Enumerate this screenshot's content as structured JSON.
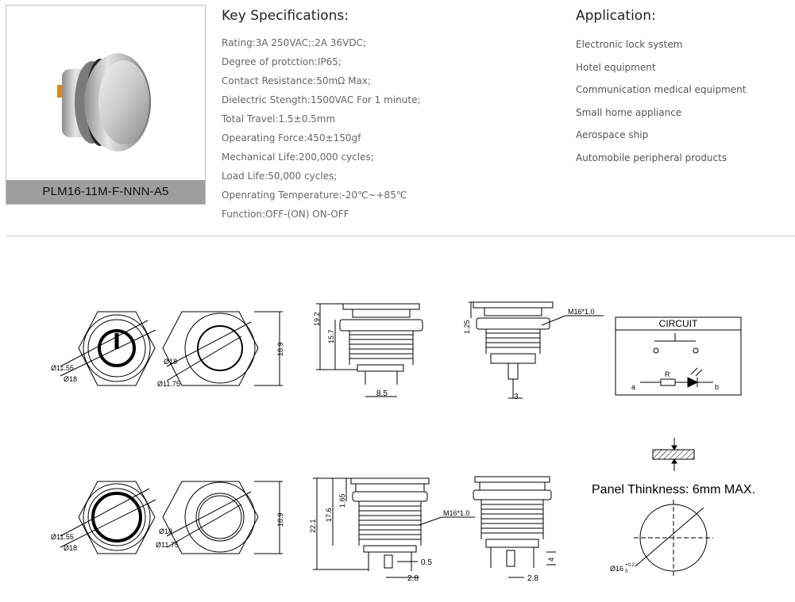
{
  "product": {
    "model_caption": "PLM16-11M-F-NNN-A5"
  },
  "specs": {
    "title": "Key Specifications:",
    "items": [
      "Rating:3A 250VAC;:2A 36VDC;",
      "Degree of protction:IP65;",
      "Contact Resistance:50mΩ Max;",
      "Dielectric Stength:1500VAC For 1 minute;",
      "Total Travel:1.5±0.5mm",
      "Opearating Force:450±150gf",
      "Mechanical Life:200,000 cycles;",
      "Load Life:50,000 cycles;",
      "Openrating Temperature:-20℃~+85℃",
      "Function:OFF-(ON)  ON-OFF"
    ]
  },
  "application": {
    "title": "Application:",
    "items": [
      "Electronic lock system",
      "Hotel equipment",
      "Communication medical  equipment",
      "Small home appliance",
      "Aerospace ship",
      "Automobile peripheral products"
    ]
  },
  "drawings": {
    "top_front": {
      "d1": "Ø11.55",
      "d2": "Ø18"
    },
    "top_back": {
      "d1": "Ø18",
      "d2": "Ø11.75",
      "h": "18.9"
    },
    "top_side": {
      "h1": "19.2",
      "h2": "15.7",
      "w": "8.5"
    },
    "top_side2": {
      "h": "1.25",
      "thread": "M16*1.0",
      "w": "3"
    },
    "circuit": {
      "title": "CIRCUIT",
      "r": "R",
      "a": "a",
      "b": "b"
    },
    "bottom_front": {
      "d1": "Ø11.55",
      "d2": "Ø18"
    },
    "bottom_back": {
      "d1": "Ø18",
      "d2": "Ø11.75",
      "h": "18.9"
    },
    "bottom_side": {
      "h1": "22.1",
      "h2": "17.6",
      "h3": "1.65",
      "thread": "M16*1.0",
      "w1": "0.5",
      "w2": "2.8"
    },
    "bottom_side2": {
      "h": "4",
      "w": "2.8"
    },
    "panel": {
      "label": "Panel Thinkness: 6mm MAX.",
      "hole": "Ø16",
      "tol": "+0.2",
      "tol0": "0"
    }
  }
}
